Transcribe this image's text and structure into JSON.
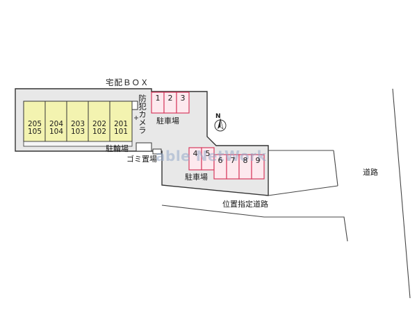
{
  "colors": {
    "ground": "#e8e8e8",
    "building": "#f3f3b0",
    "parking_fill": "#fde9ee",
    "parking_stroke": "#d83a5e",
    "outline": "#333333",
    "road_line": "#555555"
  },
  "labels": {
    "delivery_box": "宅配ＢＯＸ",
    "camera": "防犯カメラ",
    "parking_top": "駐車場",
    "parking_bottom": "駐車場",
    "bicycle": "駐輪場",
    "garbage": "ゴミ置場",
    "road": "道路",
    "designated_road": "位置指定道路",
    "north": "N",
    "watermark": "able NetWork"
  },
  "units": [
    {
      "upper": "205",
      "lower": "105"
    },
    {
      "upper": "204",
      "lower": "104"
    },
    {
      "upper": "203",
      "lower": "103"
    },
    {
      "upper": "202",
      "lower": "102"
    },
    {
      "upper": "201",
      "lower": "101"
    }
  ],
  "parking_top": [
    "1",
    "2",
    "3"
  ],
  "parking_bottom_left": [
    "4",
    "5"
  ],
  "parking_bottom_right": [
    "6",
    "7",
    "8",
    "9"
  ]
}
